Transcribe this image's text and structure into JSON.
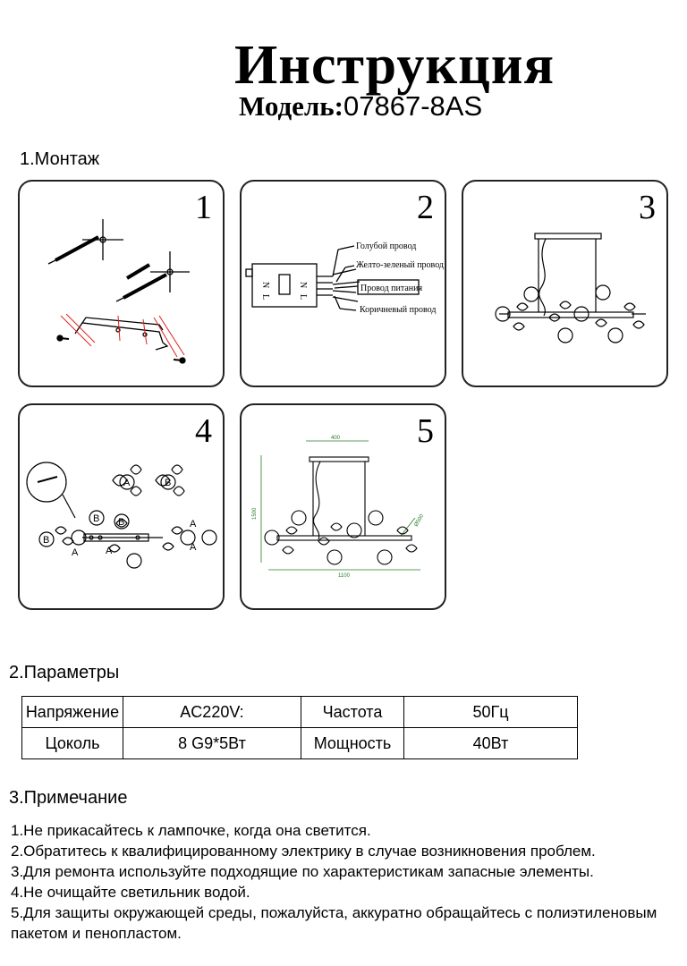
{
  "header": {
    "title": "Инструкция",
    "model_label": "Модель:",
    "model_value": "07867-8AS"
  },
  "sections": {
    "mounting": "1.Монтаж",
    "params": "2.Параметры",
    "notes": "3.Примечание"
  },
  "panels": [
    {
      "number": "1"
    },
    {
      "number": "2",
      "wire_labels": [
        "Голубой провод",
        "Желто-зеленый провод",
        "Провод питания",
        "Коричневый провод"
      ],
      "terminal_letters": [
        "N",
        "L",
        "N",
        "L"
      ]
    },
    {
      "number": "3"
    },
    {
      "number": "4",
      "markers": [
        "A",
        "B"
      ]
    },
    {
      "number": "5",
      "dims": [
        "400",
        "1500",
        "Ø500",
        "1100"
      ]
    }
  ],
  "params_table": [
    [
      "Напряжение",
      "AC220V:",
      "Частота",
      "50Гц"
    ],
    [
      "Цоколь",
      "8 G9*5Вт",
      "Мощность",
      "40Вт"
    ]
  ],
  "notes": [
    "1.Не прикасайтесь к лампочке, когда она светится.",
    "2.Обратитесь к квалифицированному электрику в случае возникновения проблем.",
    "3.Для ремонта используйте подходящие по характеристикам запасные элементы.",
    "4.Не очищайте светильник водой.",
    "5.Для защиты окружающей среды, пожалуйста, аккуратно обращайтесь с полиэтиленовым пакетом и пенопластом."
  ],
  "colors": {
    "ink": "#000000",
    "accent_red": "#e02020"
  }
}
